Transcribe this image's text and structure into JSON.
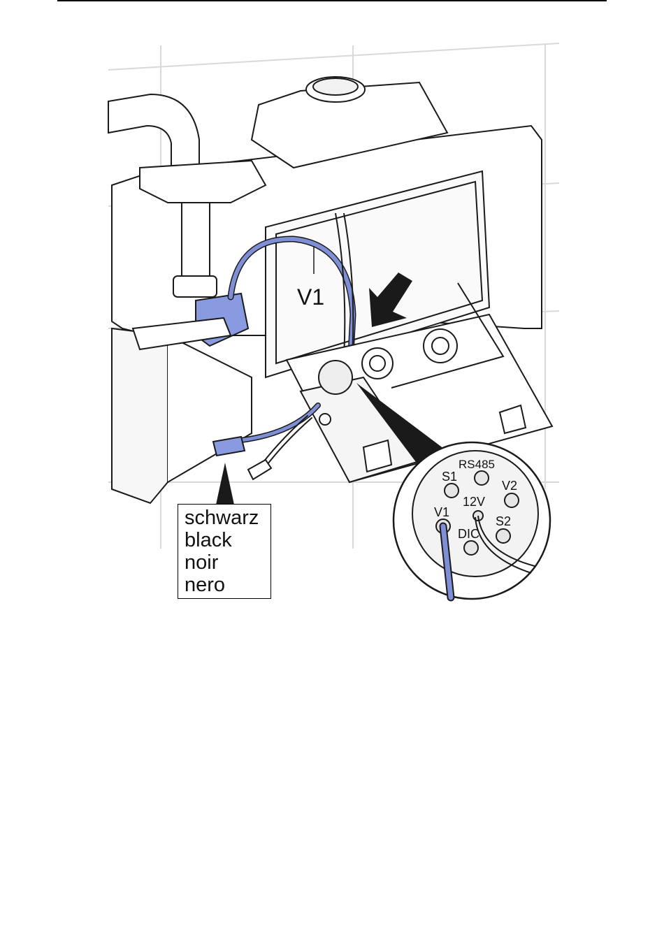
{
  "diagram": {
    "cable_label": "V1",
    "connector_pins": {
      "rs485": "RS485",
      "s1": "S1",
      "v2": "V2",
      "twelve_v": "12V",
      "v1": "V1",
      "s2": "S2",
      "dic": "DIC"
    },
    "wire_color_labels": [
      "schwarz",
      "black",
      "noir",
      "nero"
    ]
  },
  "colors": {
    "line": "#1a1a1a",
    "cable_blue": "#7f8fd6",
    "connector_blue": "#8a9ae0",
    "grid": "#d9d9d9",
    "shade": "#f2f2f2"
  }
}
